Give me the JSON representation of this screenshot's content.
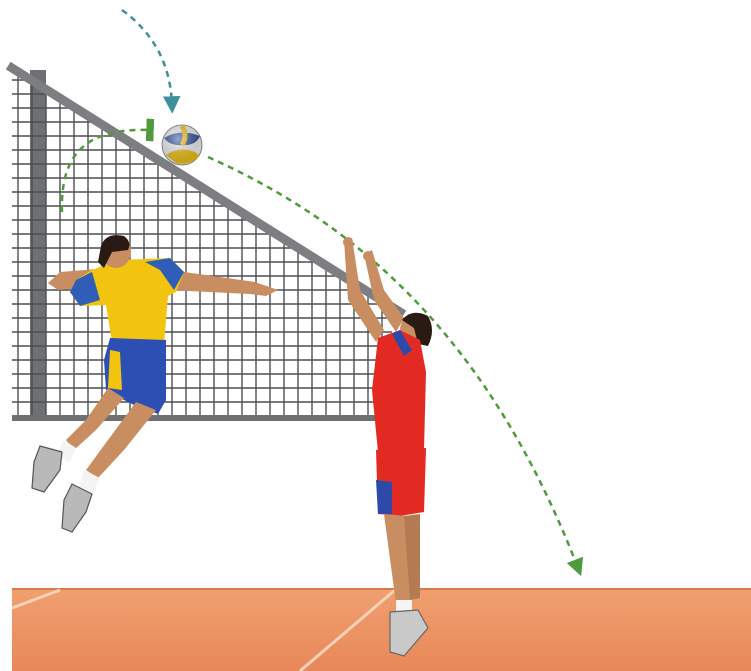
{
  "scene": {
    "colors": {
      "background": "#ffffff",
      "floor": "#ee8f5f",
      "floor_shadow": "#d9784a",
      "court_line": "#f6d2b8",
      "net_post": "#6f7073",
      "net_mesh": "#4e4f53",
      "net_tape": "#7d7e82",
      "trajectory_in": "#3f8e9b",
      "trajectory_spike": "#4f9a3c",
      "trajectory_dashed_arc": "#4f9a3c",
      "ball_yellow": "#f2c20c",
      "ball_blue": "#2f4f9b",
      "ball_white": "#f4f4f4",
      "attacker_shirt": "#f3c40f",
      "attacker_trim": "#2f5db8",
      "attacker_shorts": "#2c4fb4",
      "blocker_uniform": "#e32a22",
      "blocker_trim": "#2e4aa8",
      "skin": "#c98d62",
      "hair": "#2a1a14"
    },
    "elements": {
      "net": "volleyball-net",
      "ball": "volleyball",
      "attacker": "attacking-player-yellow",
      "blocker": "blocking-player-red",
      "court": "court-floor",
      "arrows": [
        "incoming-ball-arrow",
        "spike-trajectory-arrow",
        "arm-swing-arc"
      ]
    }
  }
}
